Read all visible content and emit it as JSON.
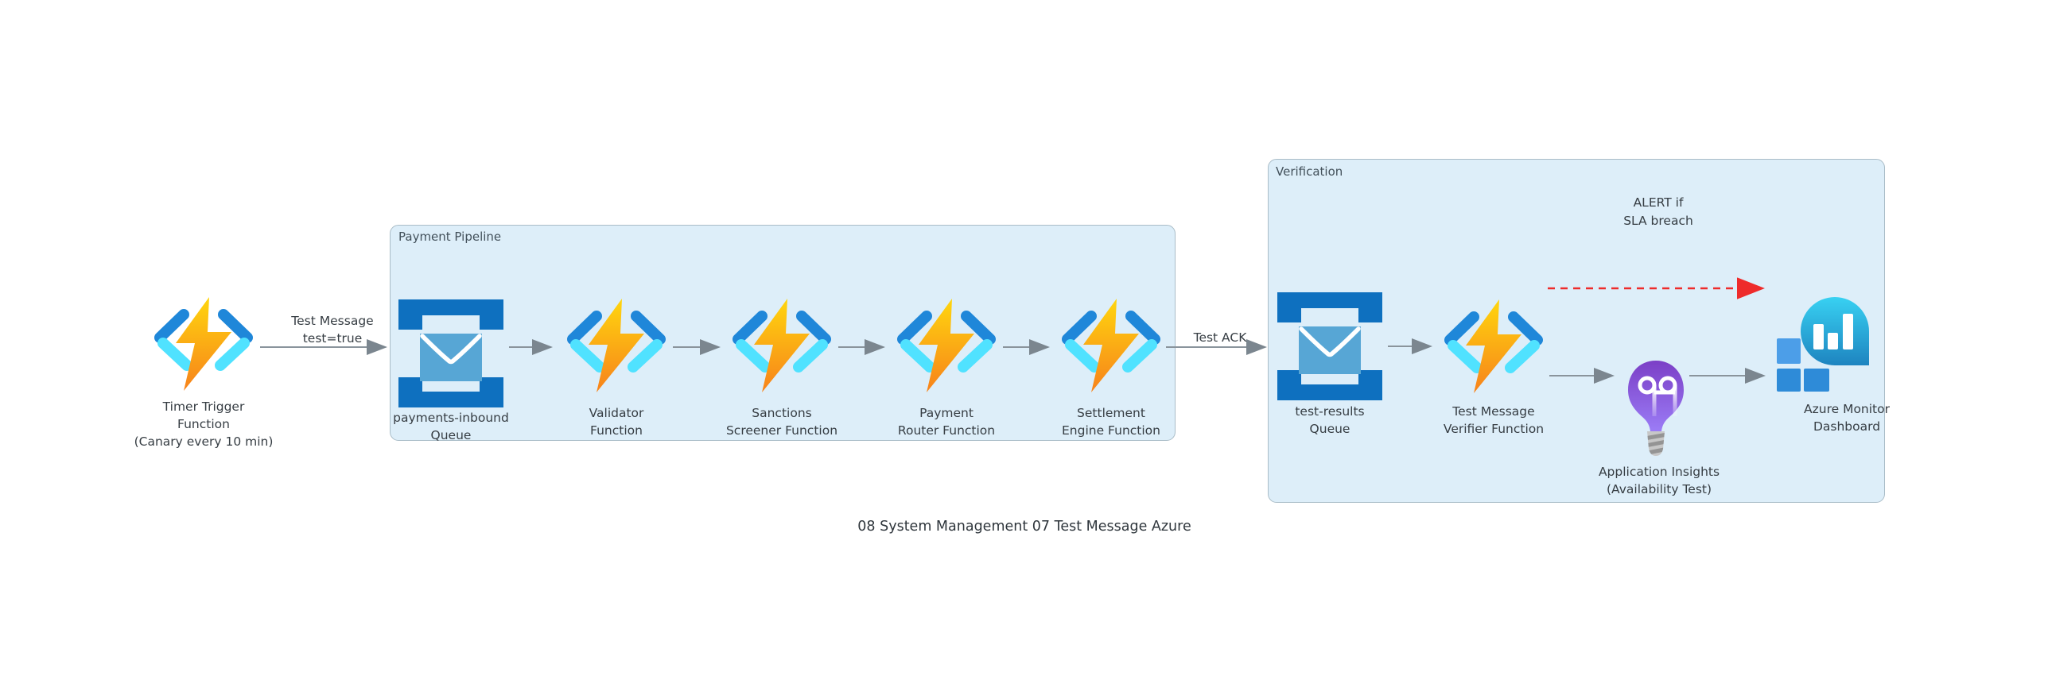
{
  "diagram": {
    "caption": "08 System Management 07 Test Message Azure",
    "containers": {
      "payment_pipeline": {
        "label": "Payment Pipeline"
      },
      "verification": {
        "label": "Verification"
      }
    },
    "nodes": {
      "timer": {
        "icon": "azure-function-icon",
        "lines": [
          "Timer Trigger",
          "Function",
          "(Canary every 10 min)"
        ]
      },
      "payments_queue": {
        "icon": "storage-queue-icon",
        "lines": [
          "payments-inbound",
          "Queue"
        ]
      },
      "validator": {
        "icon": "azure-function-icon",
        "lines": [
          "Validator",
          "Function"
        ]
      },
      "sanctions": {
        "icon": "azure-function-icon",
        "lines": [
          "Sanctions",
          "Screener Function"
        ]
      },
      "router": {
        "icon": "azure-function-icon",
        "lines": [
          "Payment",
          "Router Function"
        ]
      },
      "settlement": {
        "icon": "azure-function-icon",
        "lines": [
          "Settlement",
          "Engine Function"
        ]
      },
      "results_queue": {
        "icon": "storage-queue-icon",
        "lines": [
          "test-results",
          "Queue"
        ]
      },
      "verifier": {
        "icon": "azure-function-icon",
        "lines": [
          "Test Message",
          "Verifier Function"
        ]
      },
      "insights": {
        "icon": "application-insights-lightbulb-icon",
        "lines": [
          "Application Insights",
          "(Availability Test)"
        ]
      },
      "monitor": {
        "icon": "azure-monitor-icon",
        "lines": [
          "Azure Monitor",
          "Dashboard"
        ]
      }
    },
    "edges": {
      "test_message": {
        "lines": [
          "Test Message",
          "test=true"
        ]
      },
      "test_ack": {
        "label": "Test ACK"
      },
      "alert": {
        "lines": [
          "ALERT if",
          "SLA breach"
        ]
      }
    },
    "colors": {
      "container_fill": "#ddeef9",
      "container_border": "#a9bcc7",
      "arrow_gray": "#7b868f",
      "alert_red": "#ee2b2b",
      "function_bolt_top": "#ffd60e",
      "function_bolt_bottom": "#f7821b",
      "function_bracket_dark": "#1f87d9",
      "function_bracket_cyan": "#50e2ff",
      "queue_bracket_blue": "#0e70bf",
      "queue_envelope_blue": "#57a6d5",
      "insights_purple_dark": "#7b3fc6",
      "insights_purple_light": "#9b7cf6",
      "monitor_cyan": "#38d1f2",
      "monitor_teal": "#1e84c0",
      "monitor_square_light": "#4c9ee8",
      "monitor_square_dark": "#2e8bd8",
      "label_text": "#363d43"
    }
  }
}
